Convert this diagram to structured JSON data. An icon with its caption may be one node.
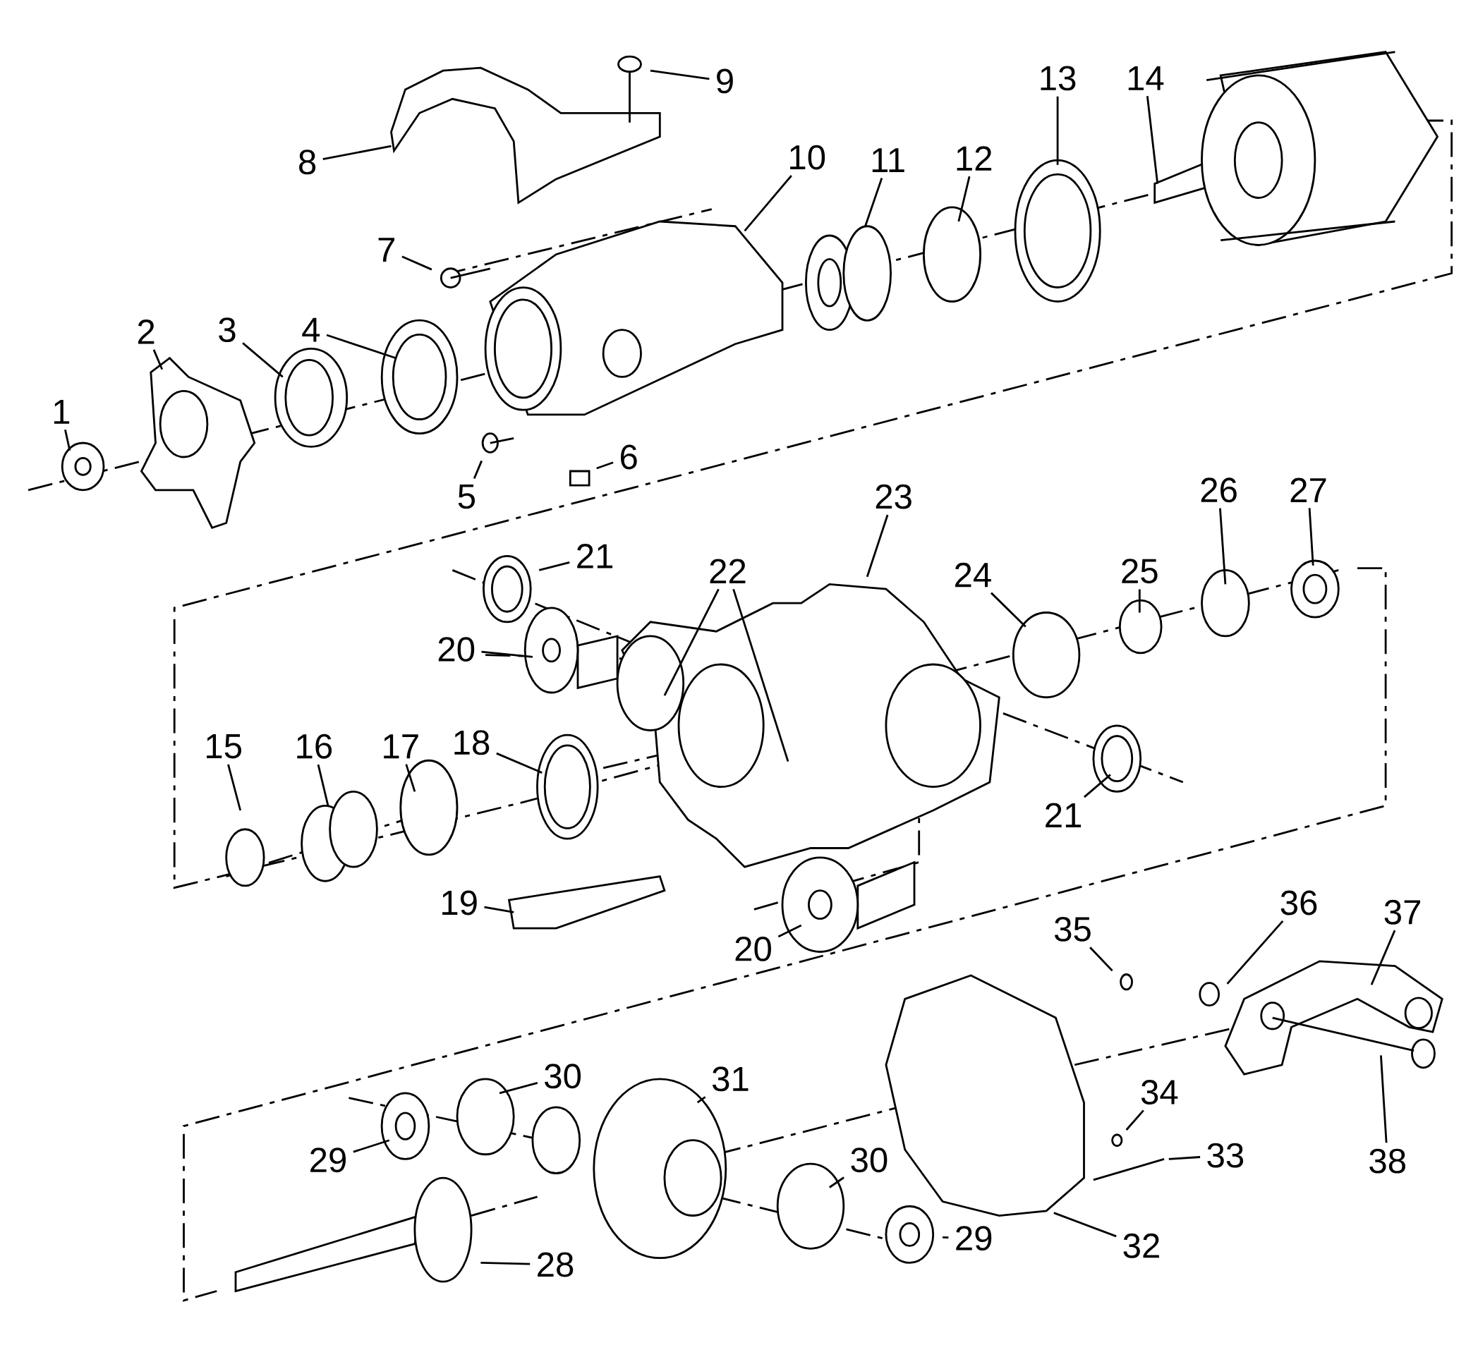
{
  "diagram": {
    "nodes": [
      {
        "text": [
          "1"
        ]
      },
      {
        "text": [
          "2"
        ]
      },
      {
        "text": [
          "3"
        ]
      },
      {
        "text": [
          "4"
        ]
      },
      {
        "text": [
          "5"
        ]
      },
      {
        "text": [
          "6"
        ]
      },
      {
        "text": [
          "7"
        ]
      },
      {
        "text": [
          "8"
        ]
      },
      {
        "text": [
          "9"
        ]
      },
      {
        "text": [
          "10"
        ]
      },
      {
        "text": [
          "11"
        ]
      },
      {
        "text": [
          "12"
        ]
      },
      {
        "text": [
          "13"
        ]
      },
      {
        "text": [
          "14"
        ]
      },
      {
        "text": [
          "15"
        ]
      },
      {
        "text": [
          "16"
        ]
      },
      {
        "text": [
          "17"
        ]
      },
      {
        "text": [
          "18"
        ]
      },
      {
        "text": [
          "19"
        ]
      },
      {
        "text": [
          "20"
        ]
      },
      {
        "text": [
          "20"
        ]
      },
      {
        "text": [
          "21"
        ]
      },
      {
        "text": [
          "21"
        ]
      },
      {
        "text": [
          "22"
        ]
      },
      {
        "text": [
          "23"
        ]
      },
      {
        "text": [
          "24"
        ]
      },
      {
        "text": [
          "25"
        ]
      },
      {
        "text": [
          "26"
        ]
      },
      {
        "text": [
          "27"
        ]
      },
      {
        "text": [
          "28"
        ]
      },
      {
        "text": [
          "29"
        ]
      },
      {
        "text": [
          "29"
        ]
      },
      {
        "text": [
          "30"
        ]
      },
      {
        "text": [
          "30"
        ]
      },
      {
        "text": [
          "31"
        ]
      },
      {
        "text": [
          "32"
        ]
      },
      {
        "text": [
          "33"
        ]
      },
      {
        "text": [
          "34"
        ]
      },
      {
        "text": [
          "35"
        ]
      },
      {
        "text": [
          "36"
        ]
      },
      {
        "text": [
          "37"
        ]
      },
      {
        "text": [
          "38"
        ]
      }
    ],
    "edges": [
      {
        "from": 0,
        "to": null,
        "arrow": "none"
      },
      {
        "from": 1,
        "to": null,
        "arrow": "none"
      },
      {
        "from": 2,
        "to": null,
        "arrow": "none"
      },
      {
        "from": 3,
        "to": null,
        "arrow": "none"
      },
      {
        "from": 4,
        "to": null,
        "arrow": "none"
      },
      {
        "from": 5,
        "to": null,
        "arrow": "none"
      },
      {
        "from": 6,
        "to": null,
        "arrow": "none"
      },
      {
        "from": 7,
        "to": null,
        "arrow": "none"
      },
      {
        "from": 8,
        "to": null,
        "arrow": "none"
      },
      {
        "from": 9,
        "to": null,
        "arrow": "none"
      },
      {
        "from": 10,
        "to": null,
        "arrow": "none"
      },
      {
        "from": 11,
        "to": null,
        "arrow": "none"
      },
      {
        "from": 12,
        "to": null,
        "arrow": "none"
      },
      {
        "from": 13,
        "to": null,
        "arrow": "none"
      },
      {
        "from": 14,
        "to": null,
        "arrow": "none"
      },
      {
        "from": 15,
        "to": null,
        "arrow": "none"
      },
      {
        "from": 16,
        "to": null,
        "arrow": "none"
      },
      {
        "from": 17,
        "to": null,
        "arrow": "none"
      },
      {
        "from": 18,
        "to": null,
        "arrow": "none"
      },
      {
        "from": 19,
        "to": null,
        "arrow": "none"
      },
      {
        "from": 20,
        "to": null,
        "arrow": "none"
      },
      {
        "from": 21,
        "to": null,
        "arrow": "none"
      },
      {
        "from": 22,
        "to": null,
        "arrow": "none"
      },
      {
        "from": 23,
        "to": null,
        "arrow": "none"
      },
      {
        "from": 23,
        "to": null,
        "arrow": "none"
      },
      {
        "from": 24,
        "to": null,
        "arrow": "none"
      },
      {
        "from": 25,
        "to": null,
        "arrow": "none"
      },
      {
        "from": 26,
        "to": null,
        "arrow": "none"
      },
      {
        "from": 27,
        "to": null,
        "arrow": "none"
      },
      {
        "from": 28,
        "to": null,
        "arrow": "none"
      },
      {
        "from": 29,
        "to": null,
        "arrow": "none"
      },
      {
        "from": 30,
        "to": null,
        "arrow": "none"
      },
      {
        "from": 31,
        "to": null,
        "arrow": "none"
      },
      {
        "from": 32,
        "to": null,
        "arrow": "none"
      },
      {
        "from": 33,
        "to": null,
        "arrow": "none"
      },
      {
        "from": 34,
        "to": null,
        "arrow": "none"
      },
      {
        "from": 35,
        "to": null,
        "arrow": "none"
      },
      {
        "from": 36,
        "to": null,
        "arrow": "none"
      },
      {
        "from": 37,
        "to": null,
        "arrow": "none"
      },
      {
        "from": 38,
        "to": null,
        "arrow": "none"
      },
      {
        "from": 39,
        "to": null,
        "arrow": "none"
      },
      {
        "from": 40,
        "to": null,
        "arrow": "none"
      },
      {
        "from": 41,
        "to": null,
        "arrow": "none"
      }
    ]
  }
}
